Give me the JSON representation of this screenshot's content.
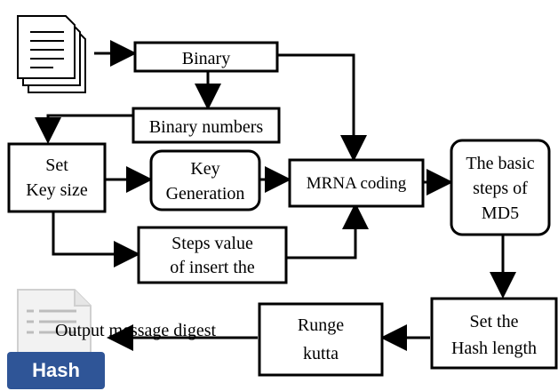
{
  "nodes": {
    "binary": "Binary",
    "binary_numbers": "Binary numbers",
    "set_key_size_line1": "Set",
    "set_key_size_line2": "Key size",
    "key_gen_line1": "Key",
    "key_gen_line2": "Generation",
    "mrna": "MRNA coding",
    "md5_line1": "The basic",
    "md5_line2": "steps of",
    "md5_line3": "MD5",
    "steps_line1": "Steps value",
    "steps_line2": "of insert the",
    "set_hash_line1": "Set the",
    "set_hash_line2": "Hash length",
    "runge_line1": "Runge",
    "runge_line2": "kutta",
    "output_label": "Output message digest",
    "hash_badge": "Hash"
  },
  "colors": {
    "stroke": "#000000",
    "hash_badge_bg": "#2f5597",
    "hash_badge_text": "#ffffff"
  }
}
